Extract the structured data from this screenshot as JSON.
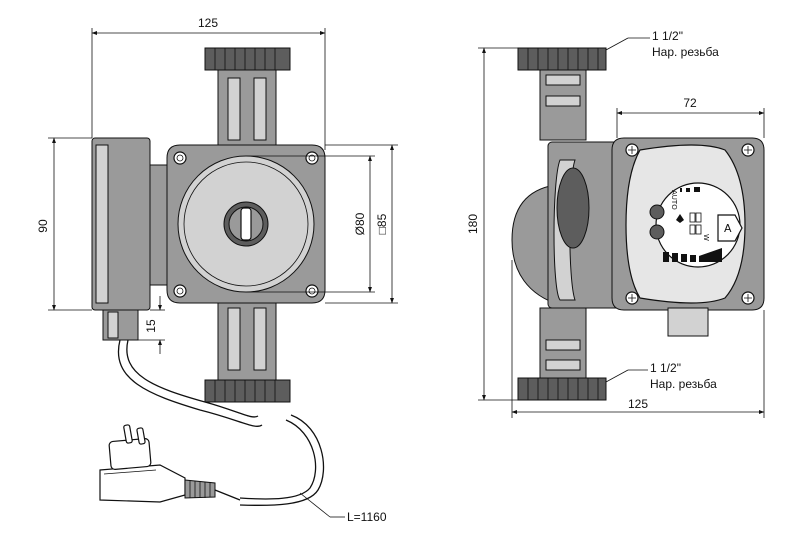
{
  "left_view": {
    "width_label": "125",
    "height_label": "90",
    "pipe_offset_label": "15",
    "diameter_label": "Ø80",
    "square_label": "□85",
    "cable_label": "L=1160"
  },
  "right_view": {
    "top_thread": {
      "size": "1 1/2\"",
      "text": "Нар. резьба"
    },
    "bottom_thread": {
      "size": "1 1/2\"",
      "text": "Нар. резьба"
    },
    "box_width_label": "72",
    "height_label": "180",
    "width_label": "125",
    "control_panel": {
      "auto_label": "AUTO",
      "power_unit": "W",
      "mode_letter": "A"
    }
  },
  "colors": {
    "line": "#111111",
    "fill_gray": "#9a9a9a",
    "fill_dark": "#5d5d5d",
    "fill_light": "#d2d2d2"
  }
}
